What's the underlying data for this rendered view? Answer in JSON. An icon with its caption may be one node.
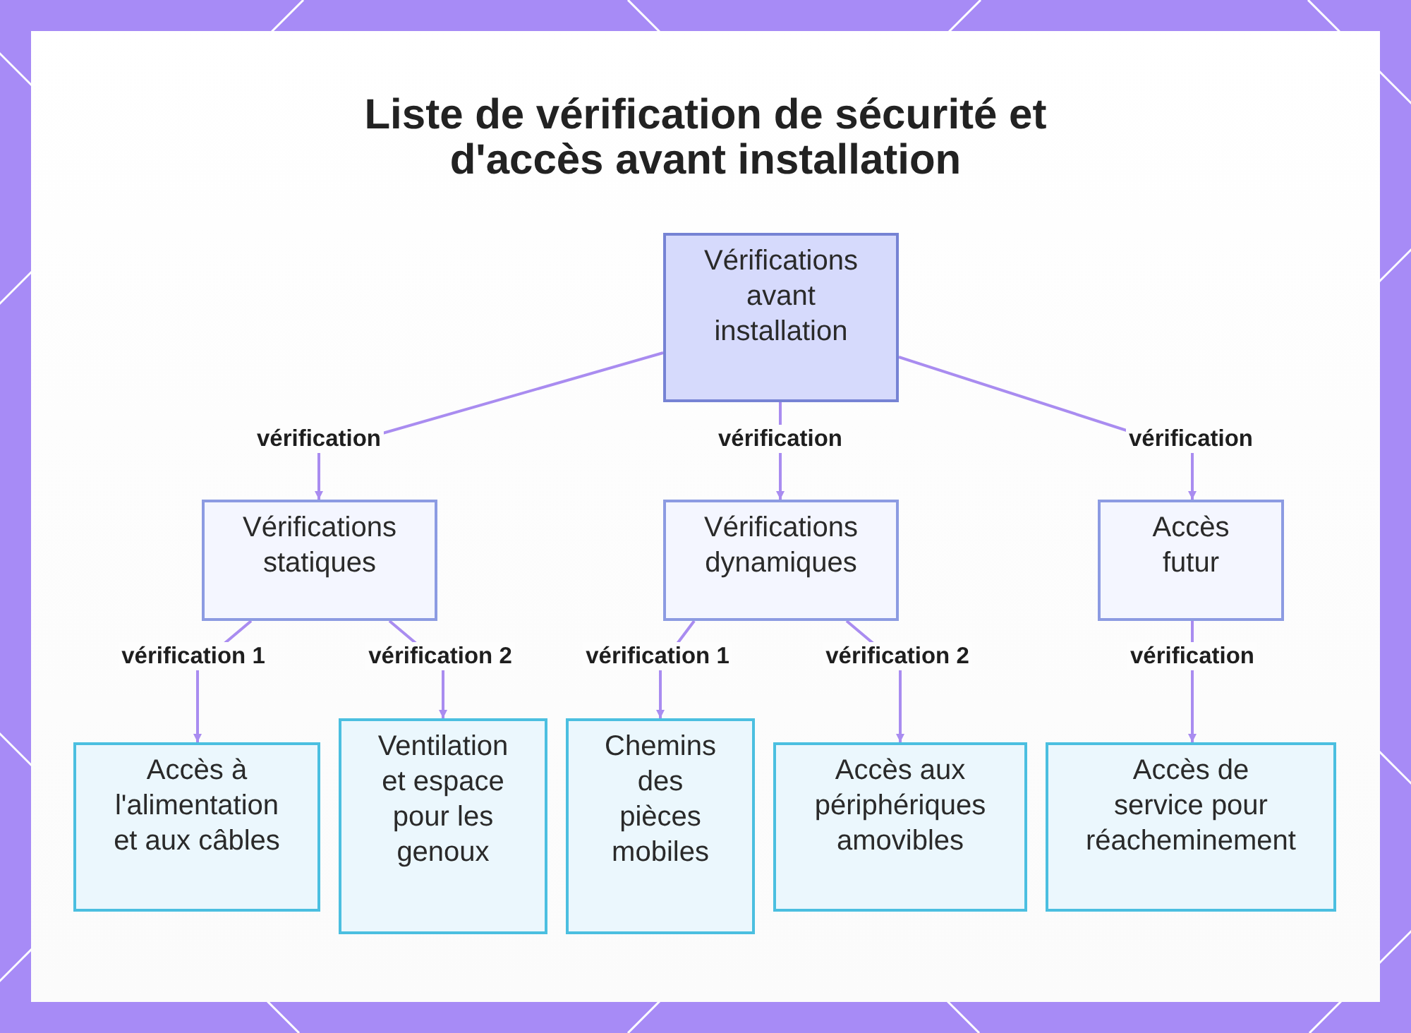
{
  "diagram": {
    "title": "Liste de vérification de sécurité et d'accès avant installation",
    "nodes": [
      {
        "text": [
          "Vérifications avant installation"
        ]
      },
      {
        "text": [
          "Vérifications statiques"
        ]
      },
      {
        "text": [
          "Vérifications dynamiques"
        ]
      },
      {
        "text": [
          "Accès futur"
        ]
      },
      {
        "text": [
          "Accès à l'alimentation et aux câbles"
        ]
      },
      {
        "text": [
          "Ventilation et espace pour les genoux"
        ]
      },
      {
        "text": [
          "Chemins des pièces mobiles"
        ]
      },
      {
        "text": [
          "Accès aux périphériques amovibles"
        ]
      },
      {
        "text": [
          "Accès de service pour réacheminement"
        ]
      }
    ],
    "edges": [
      {
        "from": 0,
        "to": 1,
        "arrow": "to",
        "label": "vérification"
      },
      {
        "from": 0,
        "to": 2,
        "arrow": "to",
        "label": "vérification"
      },
      {
        "from": 0,
        "to": 3,
        "arrow": "to",
        "label": "vérification"
      },
      {
        "from": 1,
        "to": 4,
        "arrow": "to",
        "label": "vérification 1"
      },
      {
        "from": 1,
        "to": 5,
        "arrow": "to",
        "label": "vérification 2"
      },
      {
        "from": 2,
        "to": 6,
        "arrow": "to",
        "label": "vérification 1"
      },
      {
        "from": 2,
        "to": 7,
        "arrow": "to",
        "label": "vérification 2"
      },
      {
        "from": 3,
        "to": 8,
        "arrow": "to",
        "label": "vérification"
      }
    ]
  }
}
